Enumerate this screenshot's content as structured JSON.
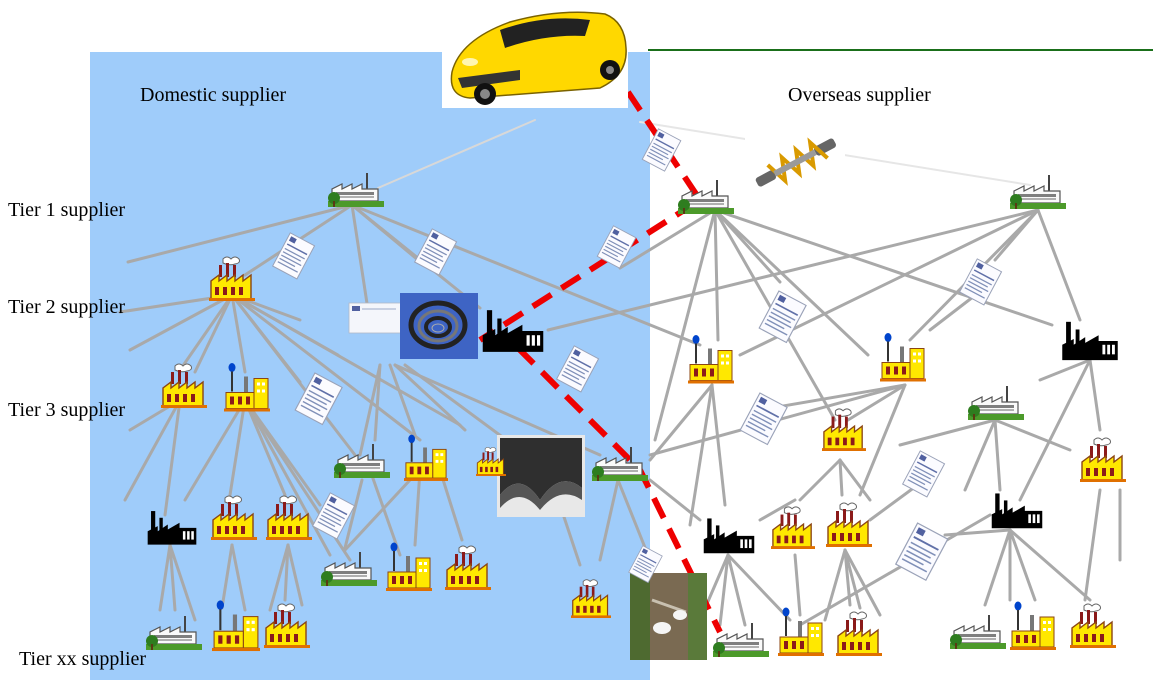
{
  "regions": {
    "domestic": {
      "label": "Domestic supplier",
      "color": "#9fccfa"
    },
    "overseas": {
      "label": "Overseas supplier"
    }
  },
  "tiers": [
    {
      "label": "Tier 1 supplier"
    },
    {
      "label": "Tier 2 supplier"
    },
    {
      "label": "Tier 3 supplier"
    },
    {
      "label": "Tier xx supplier"
    }
  ],
  "colors": {
    "link": "#a9a9a9",
    "critical_path": "#ee0000",
    "header_rule": "#1a6f1a",
    "factory_yellow": "#ffe800",
    "factory_black": "#000000"
  },
  "icons": {
    "product": "sports-car-icon",
    "part_1": "shock-absorber-icon",
    "part_2": "rubber-ring-icon",
    "part_3": "rubber-sheet-icon",
    "raw": "rubber-tree-tapping-icon",
    "document": "document-icon",
    "factory": "factory-icon"
  }
}
